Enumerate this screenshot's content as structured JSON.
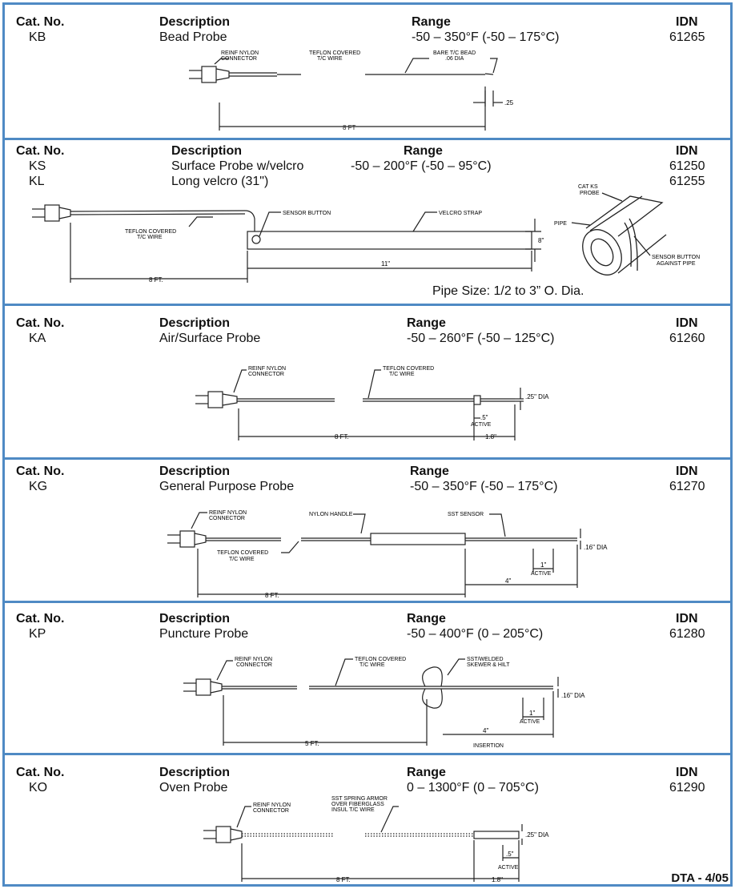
{
  "columns": {
    "cat": "Cat. No.",
    "desc": "Description",
    "range": "Range",
    "idn": "IDN"
  },
  "sections": [
    {
      "rows": [
        {
          "cat": "KB",
          "desc": "Bead Probe",
          "range": "-50 – 350°F (-50 – 175°C)",
          "idn": "61265"
        }
      ],
      "labels": [
        "REINF NYLON",
        "CONNECTOR",
        "TEFLON COVERED",
        "T/C WIRE",
        "BARE T/C BEAD",
        ".06 DIA",
        ".25",
        "8 FT"
      ]
    },
    {
      "rows": [
        {
          "cat": "KS",
          "desc": "Surface Probe w/velcro",
          "range": "-50 – 200°F (-50 – 95°C)",
          "idn": "61250"
        },
        {
          "cat": "KL",
          "desc": "Long velcro (31\")",
          "range": "",
          "idn": "61255"
        }
      ],
      "labels": [
        "TEFLON COVERED",
        "T/C WIRE",
        "SENSOR BUTTON",
        "VELCRO STRAP",
        "8\"",
        "11\"",
        "8 FT.",
        "CAT KS",
        "PROBE",
        "PIPE",
        "SENSOR BUTTON",
        "AGAINST PIPE"
      ],
      "note": "Pipe Size: 1/2 to 3” O. Dia."
    },
    {
      "rows": [
        {
          "cat": "KA",
          "desc": "Air/Surface Probe",
          "range": "-50 – 260°F (-50 – 125°C)",
          "idn": "61260"
        }
      ],
      "labels": [
        "REINF NYLON",
        "CONNECTOR",
        "TEFLON COVERED",
        "T/C WIRE",
        ".25\" DIA",
        ".5\"",
        "ACTIVE",
        "1.8\"",
        "8 FT."
      ]
    },
    {
      "rows": [
        {
          "cat": "KG",
          "desc": "General Purpose Probe",
          "range": "-50 – 350°F (-50 – 175°C)",
          "idn": "61270"
        }
      ],
      "labels": [
        "REINF NYLON",
        "CONNECTOR",
        "NYLON HANDLE",
        "SST SENSOR",
        "TEFLON COVERED",
        "T/C WIRE",
        "1\"",
        "ACTIVE",
        ".16\" DIA",
        "4\"",
        "8 FT."
      ]
    },
    {
      "rows": [
        {
          "cat": "KP",
          "desc": "Puncture Probe",
          "range": "-50 – 400°F (0 – 205°C)",
          "idn": "61280"
        }
      ],
      "labels": [
        "REINF NYLON",
        "CONNECTOR",
        "TEFLON COVERED",
        "T/C WIRE",
        "SST/WELDED",
        "SKEWER & HILT",
        "1\"",
        "ACTIVE",
        ".16\" DIA",
        "4\"",
        "INSERTION",
        "5 FT."
      ]
    },
    {
      "rows": [
        {
          "cat": "KO",
          "desc": "Oven Probe",
          "range": "0 – 1300°F (0 – 705°C)",
          "idn": "61290"
        }
      ],
      "labels": [
        "REINF NYLON",
        "CONNECTOR",
        "SST SPRING ARMOR",
        "OVER FIBERGLASS",
        "INSUL T/C WIRE",
        ".25\" DIA",
        ".5\"",
        "ACTIVE",
        "1.8\"",
        "8 FT."
      ]
    }
  ],
  "footer": "DTA - 4/05"
}
